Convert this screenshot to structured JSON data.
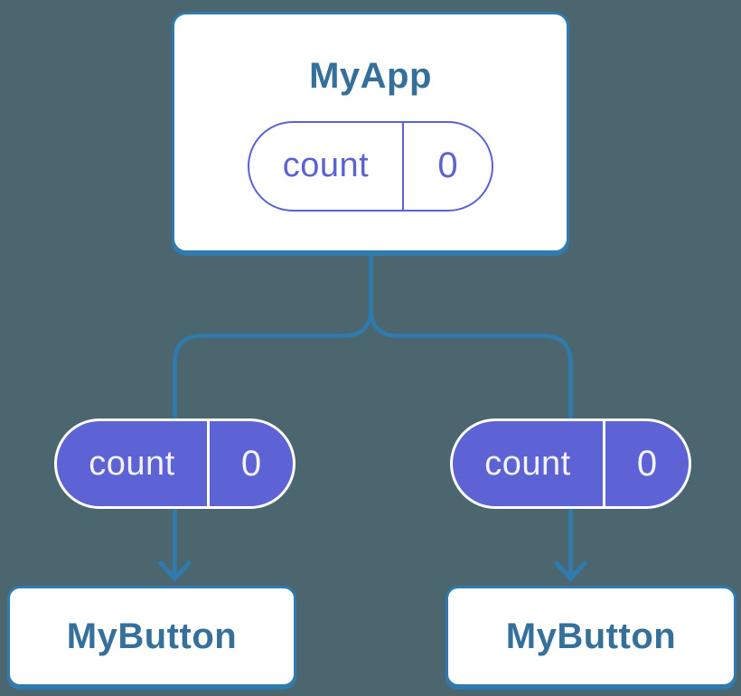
{
  "diagram": {
    "type": "component-tree",
    "colors": {
      "background": "#4C6670",
      "connector_blue": "#2F7BAD",
      "node_title_blue": "#35709A",
      "state_purple": "#5C62D4",
      "prop_pill_fill": "#5D63D4",
      "prop_pill_text": "#F2F3FC"
    },
    "root": {
      "title": "MyApp",
      "state": {
        "label": "count",
        "value": "0"
      }
    },
    "props": [
      {
        "label": "count",
        "value": "0"
      },
      {
        "label": "count",
        "value": "0"
      }
    ],
    "children": [
      {
        "title": "MyButton"
      },
      {
        "title": "MyButton"
      }
    ]
  }
}
